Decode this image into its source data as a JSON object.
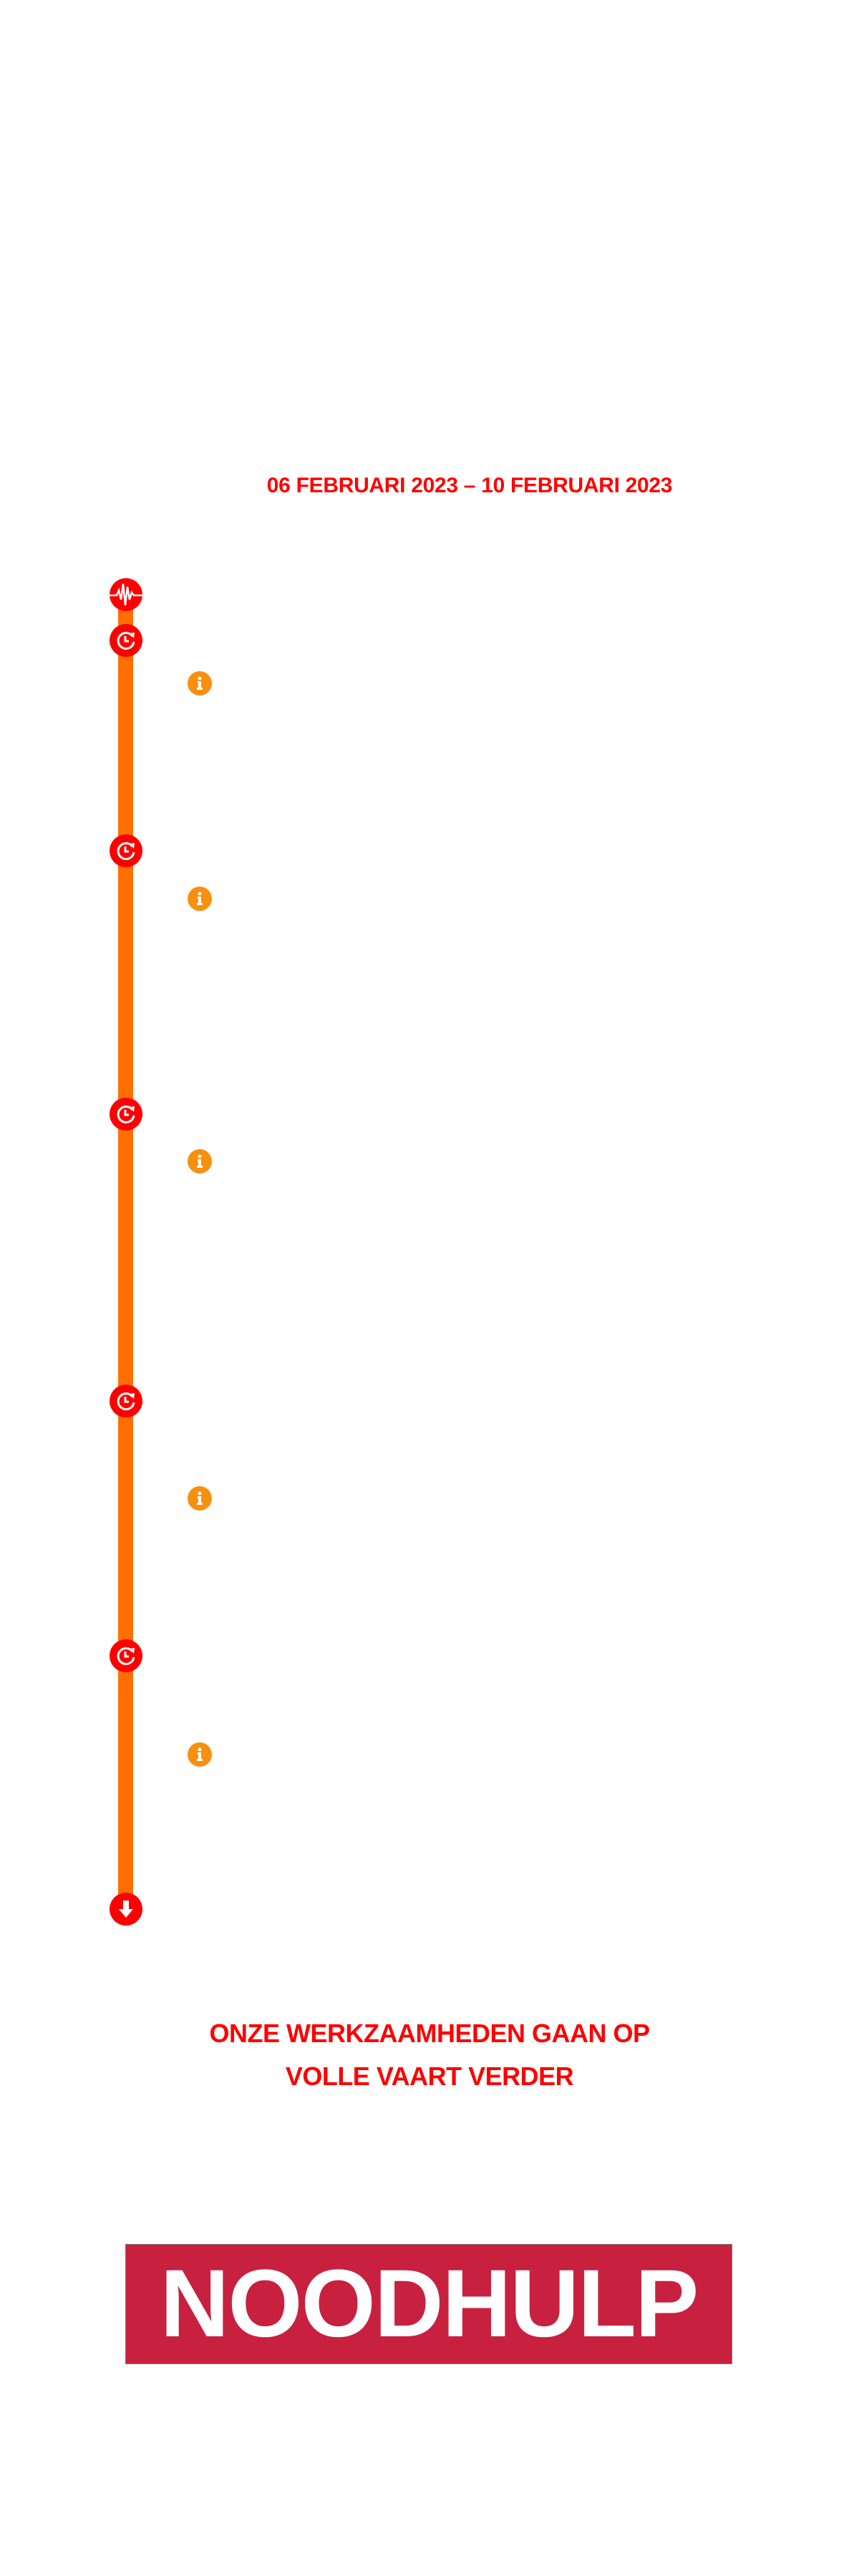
{
  "date_range": "06 FEBRUARI 2023 – 10 FEBRUARI 2023",
  "timeline": {
    "start_icon": "earthquake-icon",
    "entries": [
      {
        "icon": "clock-refresh-icon",
        "info_icon": "info-icon"
      },
      {
        "icon": "clock-refresh-icon",
        "info_icon": "info-icon"
      },
      {
        "icon": "clock-refresh-icon",
        "info_icon": "info-icon"
      },
      {
        "icon": "clock-refresh-icon",
        "info_icon": "info-icon"
      },
      {
        "icon": "clock-refresh-icon",
        "info_icon": "info-icon"
      }
    ],
    "end_icon": "arrow-down-icon"
  },
  "closing_heading": {
    "line1": "ONZE WERKZAAMHEDEN GAAN OP",
    "line2": "VOLLE VAART VERDER"
  },
  "banner": {
    "label": "NOODHULP"
  },
  "colors": {
    "red": "#ff0000",
    "line": "#ff6f00",
    "info": "#f7900f",
    "banner": "#c8203f"
  }
}
